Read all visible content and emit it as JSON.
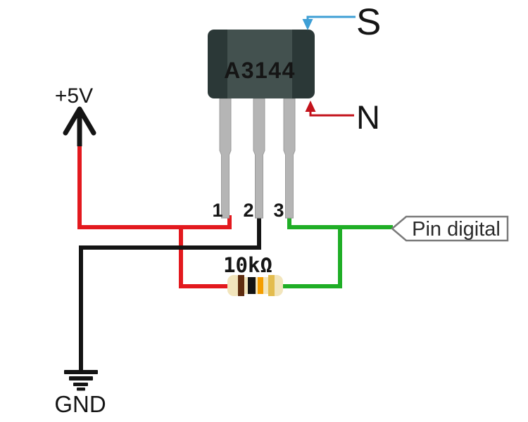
{
  "colors": {
    "wire_red": "#e3191e",
    "wire_black": "#141414",
    "wire_green": "#1fae26",
    "label_blue": "#3e9fd5",
    "label_red": "#c3121b",
    "chip_body": "#2b3837",
    "chip_panel": "#43514f",
    "chip_text": "#ffffff",
    "lead_gray": "#b5b5b5",
    "resistor_body": "#f2e5bc",
    "band_brown": "#5f2d10",
    "band_black": "#141414",
    "band_orange": "#f49d00",
    "band_gold": "#e3bc4e",
    "flag_border": "#7a7a7a"
  },
  "chip": {
    "label": "A3144",
    "pins": [
      {
        "number": "1"
      },
      {
        "number": "2"
      },
      {
        "number": "3"
      }
    ]
  },
  "magnet": {
    "south_label": "S",
    "north_label": "N"
  },
  "power": {
    "supply_label": "+5V",
    "ground_label": "GND"
  },
  "resistor": {
    "value_label": "10kΩ",
    "bands": [
      "brown",
      "black",
      "orange",
      "gold"
    ]
  },
  "output": {
    "flag_label": "Pin digital"
  }
}
